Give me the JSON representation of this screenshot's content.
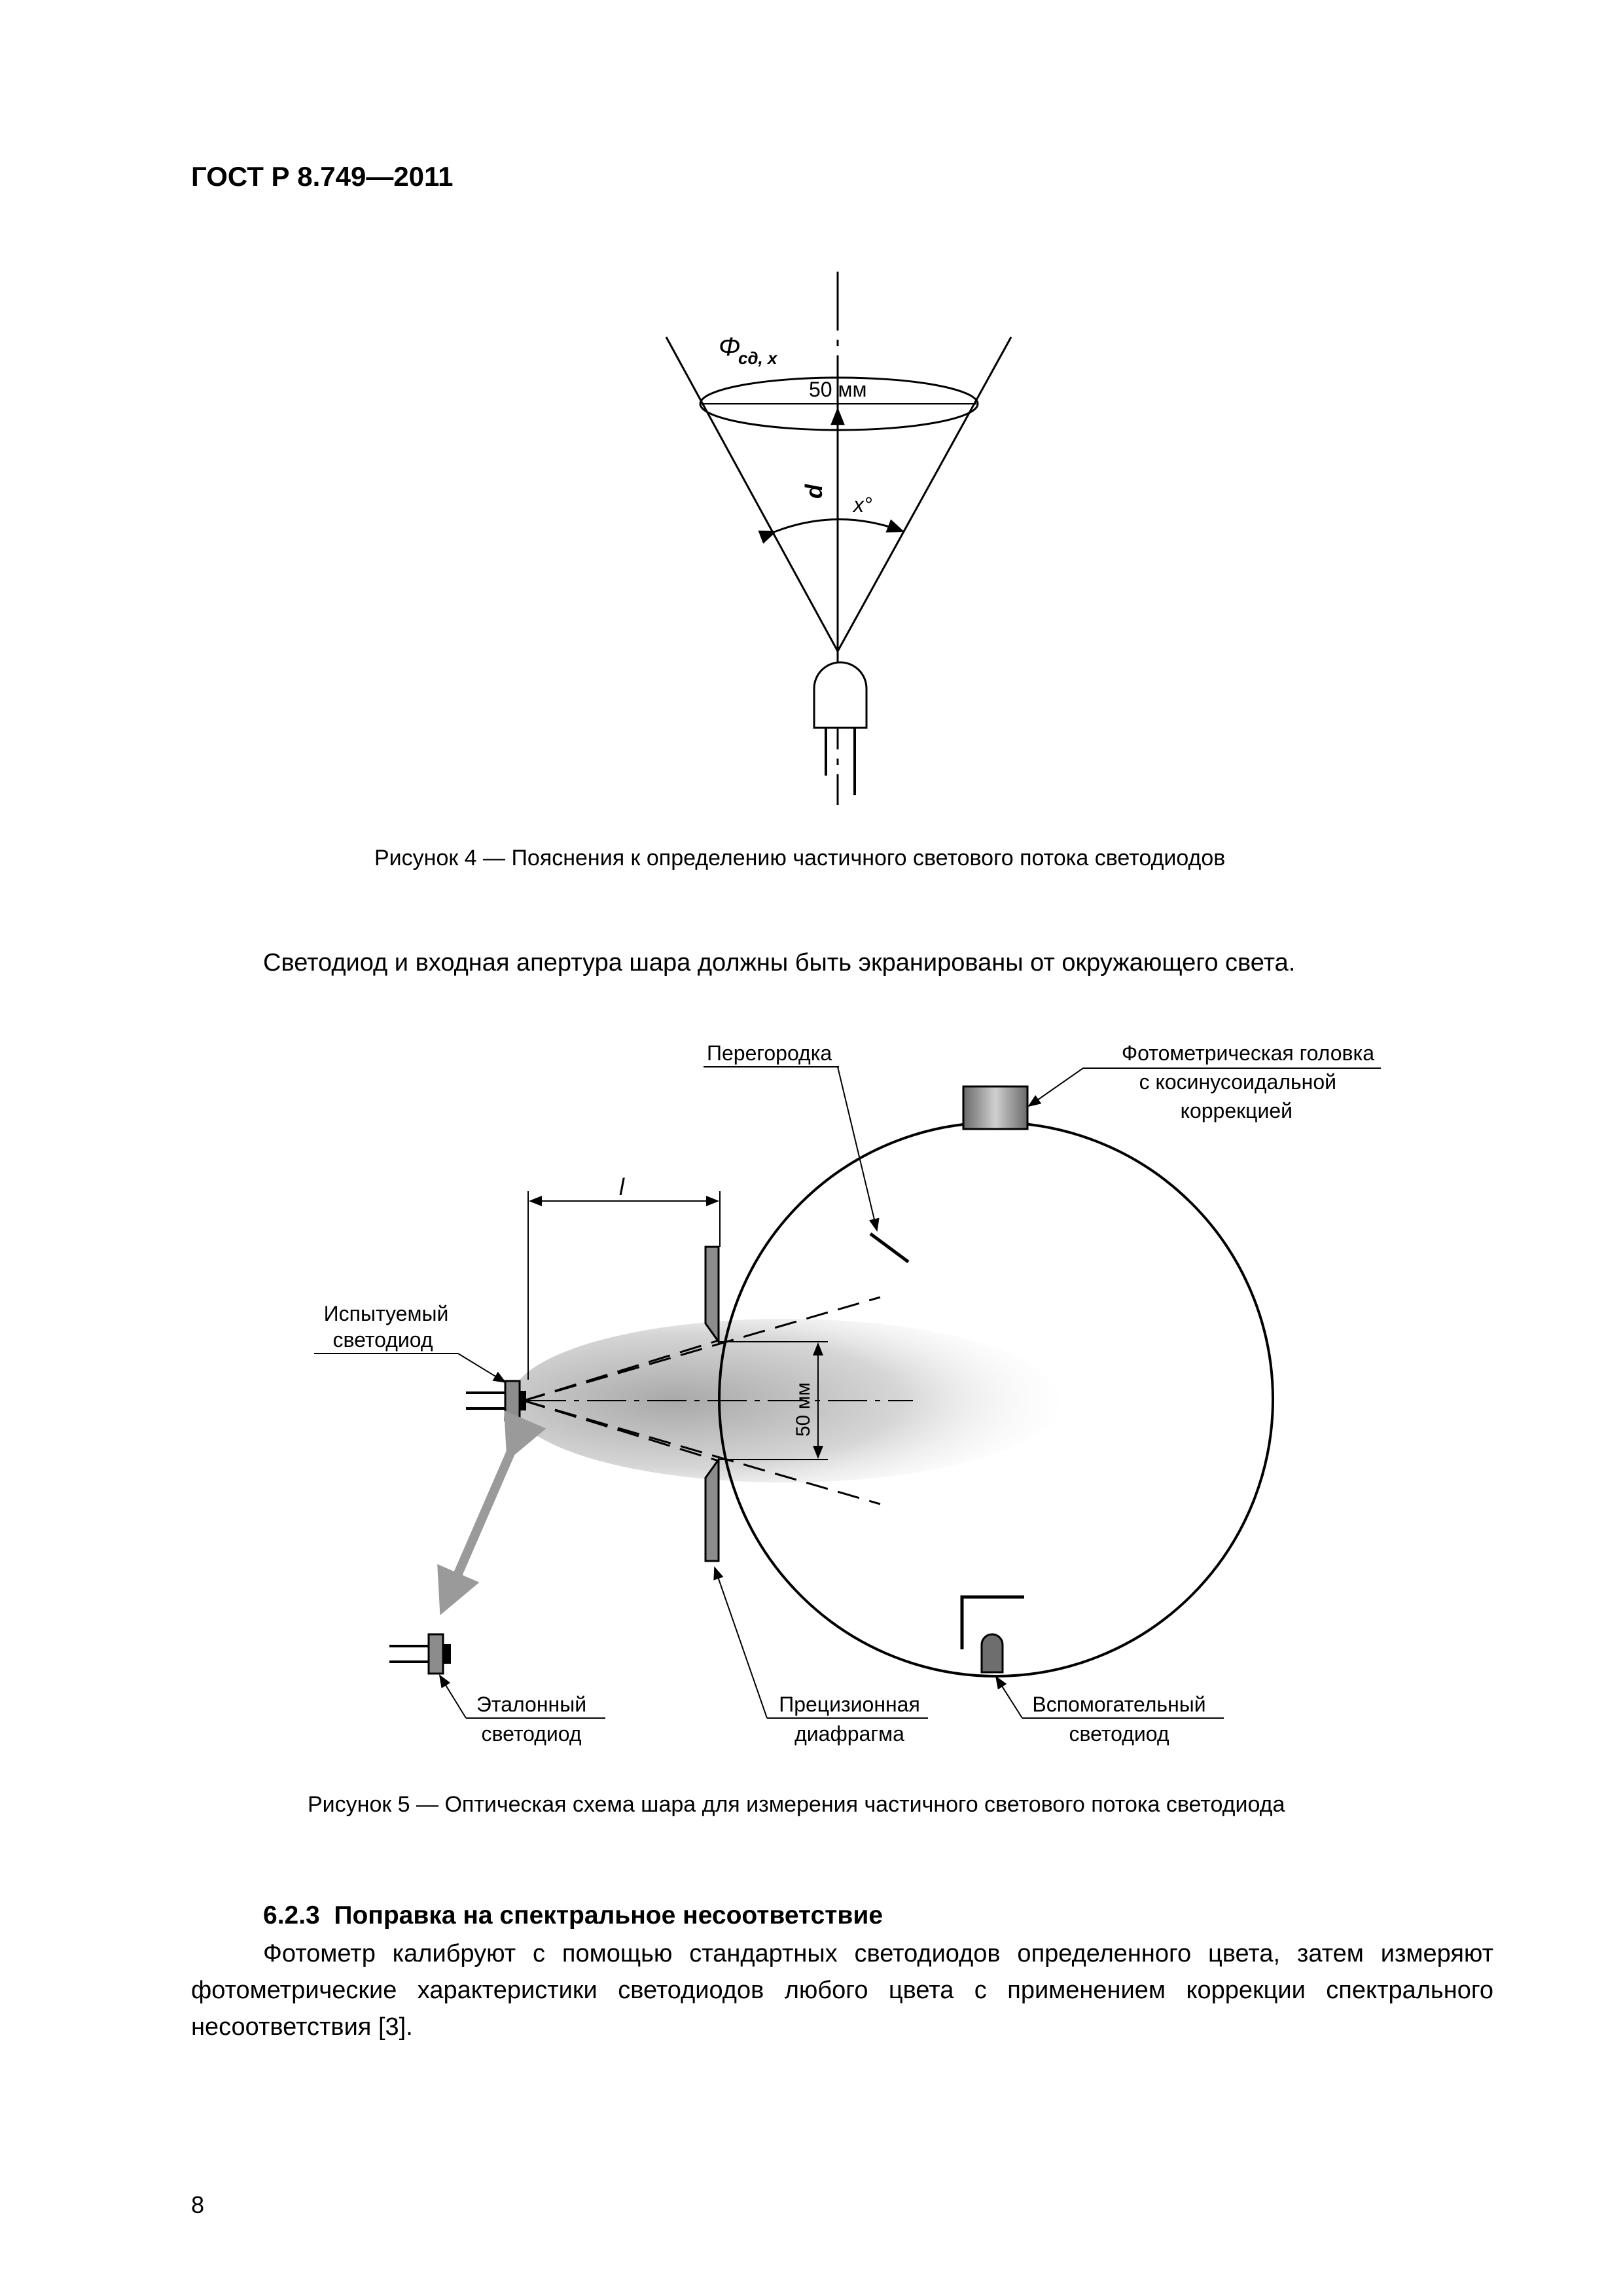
{
  "header": {
    "title": "ГОСТ Р 8.749—2011"
  },
  "figure4": {
    "label_phi": "Φ",
    "label_phi_sub": "сд, x",
    "label_diameter": "50 мм",
    "label_d": "d",
    "label_angle": "x°",
    "caption": "Рисунок 4 — Пояснения к определению частичного светового потока светодиодов"
  },
  "body": {
    "sentence1": "Светодиод и входная апертура шара должны быть экранированы от окружающего света."
  },
  "figure5": {
    "label_baffle": "Перегородка",
    "label_photohead": [
      "Фотометрическая головка",
      "с косинусоидальной",
      "коррекцией"
    ],
    "label_test_led": [
      "Испытуемый",
      "светодиод"
    ],
    "label_l": "l",
    "label_50mm": "50 мм",
    "label_ref_led": [
      "Эталонный",
      "светодиод"
    ],
    "label_aperture": [
      "Прецизионная",
      "диафрагма"
    ],
    "label_aux_led": [
      "Вспомогательный",
      "светодиод"
    ],
    "caption": "Рисунок 5 — Оптическая схема шара для измерения частичного светового потока светодиода"
  },
  "section": {
    "heading": "6.2.3  Поправка на спектральное несоответствие",
    "paragraph": "Фотометр калибруют с помощью стандартных светодиодов определенного цвета, затем измеряют фотометрические характеристики светодиодов любого цвета с применением коррекции спектрального несоответствия [3]."
  },
  "footer": {
    "page_number": "8"
  }
}
